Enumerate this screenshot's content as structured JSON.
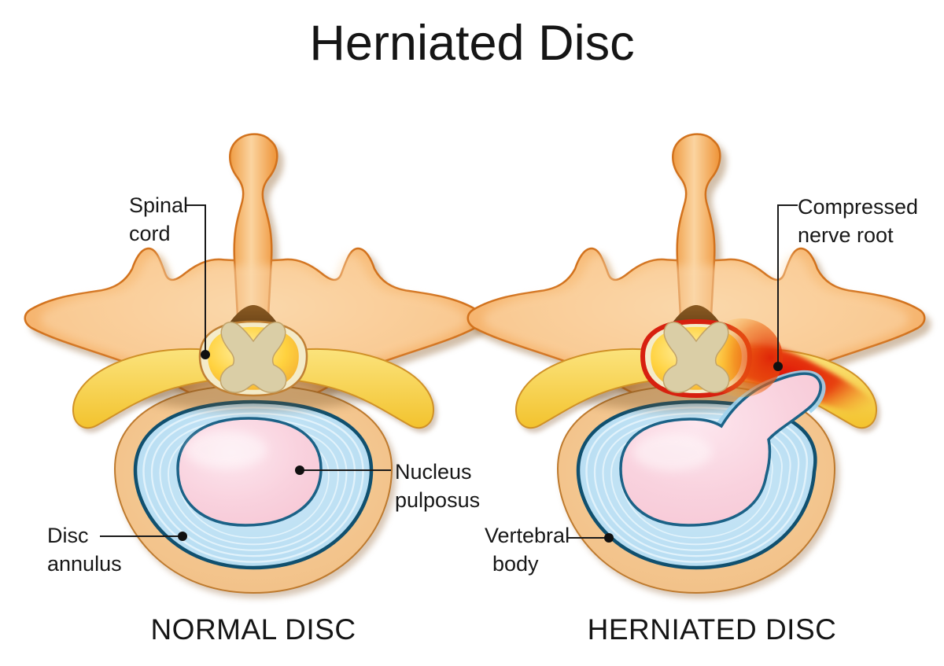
{
  "title": "Herniated Disc",
  "panels": {
    "left": {
      "caption": "NORMAL DISC"
    },
    "right": {
      "caption": "HERNIATED DISC"
    }
  },
  "labels": {
    "spinal_cord": {
      "line1": "Spinal",
      "line2": "cord"
    },
    "compressed_nerve_root": {
      "line1": "Compressed",
      "line2": "nerve root"
    },
    "nucleus_pulposus": {
      "line1": "Nucleus",
      "line2": "pulposus"
    },
    "disc_annulus": {
      "line1": "Disc",
      "line2": "annulus"
    },
    "vertebral_body": {
      "line1": "Vertebral",
      "line2": "body"
    }
  },
  "colors": {
    "background": "#ffffff",
    "text": "#151515",
    "bone_fill": "#F7BB79",
    "bone_outline": "#D2721D",
    "nerve_yellow": "#F7CE3A",
    "nerve_outline": "#D09127",
    "cord_gold": "#FFD23F",
    "cord_ring_cream": "#F4EBC9",
    "gray_matter": "#DACEA6",
    "annulus_blue": "#BCE0F4",
    "annulus_border": "#10506F",
    "nucleus_pink": "#F9D2DE",
    "nucleus_border": "#1B6287",
    "vertebral_body_tan": "#F3C992",
    "inflammation_red": "#DF1A0B",
    "leader_line": "#1a1a1a"
  }
}
